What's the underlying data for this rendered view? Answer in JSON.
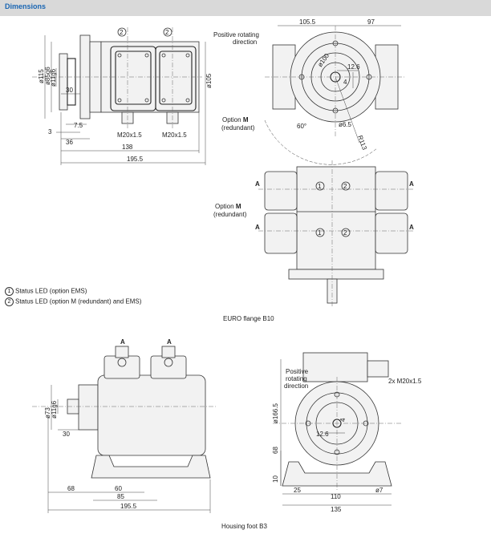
{
  "header": {
    "title": "Dimensions"
  },
  "legend": [
    {
      "num": "1",
      "text": "Status LED (option EMS)"
    },
    {
      "num": "2",
      "text": "Status LED (option M (redundant) and EMS)"
    }
  ],
  "captions": {
    "top": "EURO flange B10",
    "bottom": "Housing foot B3"
  },
  "labels": {
    "circled_1": "1",
    "circled_2": "2",
    "positive_rotating": "Positive rotating",
    "direction": "direction",
    "positive": "Positive",
    "rotating": "rotating",
    "option": "Option",
    "option_m": "M",
    "redundant": "(redundant)",
    "section_a": "A",
    "m20": "M20x1.5",
    "m20_2x": "2x M20x1.5"
  },
  "dims": {
    "d115": "ø115",
    "d85": "ø85g6",
    "d11": "ø11g6",
    "l30": "30",
    "l3": "3",
    "l7_5": "7.5",
    "l36": "36",
    "l138": "138",
    "l195_5": "195.5",
    "d105": "ø105",
    "l105_5": "105.5",
    "l97": "97",
    "d100": "ø100",
    "l12_6": "12.6",
    "l4": "4",
    "d6_5": "ø6.5",
    "r113": "R113",
    "a60": "60°",
    "d73": "ø73",
    "d11b": "ø11g6",
    "l30b": "30",
    "l68": "68",
    "l60": "60",
    "l85": "85",
    "l195_5b": "195.5",
    "d166_5": "ø166.5",
    "l68b": "68",
    "l10": "10",
    "l25": "25",
    "l110": "110",
    "d7": "ø7",
    "l135": "135",
    "l12_6b": "12.6",
    "l4b": "4"
  }
}
